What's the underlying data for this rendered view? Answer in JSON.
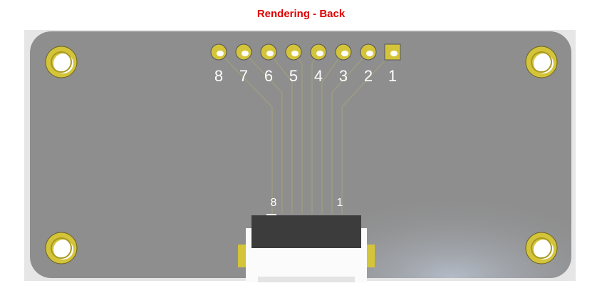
{
  "title": "Rendering - Back",
  "pin_labels": [
    "8",
    "7",
    "6",
    "5",
    "4",
    "3",
    "2",
    "1"
  ],
  "connector_labels": {
    "left": "8",
    "right": "1"
  },
  "colors": {
    "title": "#e00000",
    "board": "#8e8e8e",
    "pad": "#d4c43a",
    "connector": "#3a3a3a"
  }
}
